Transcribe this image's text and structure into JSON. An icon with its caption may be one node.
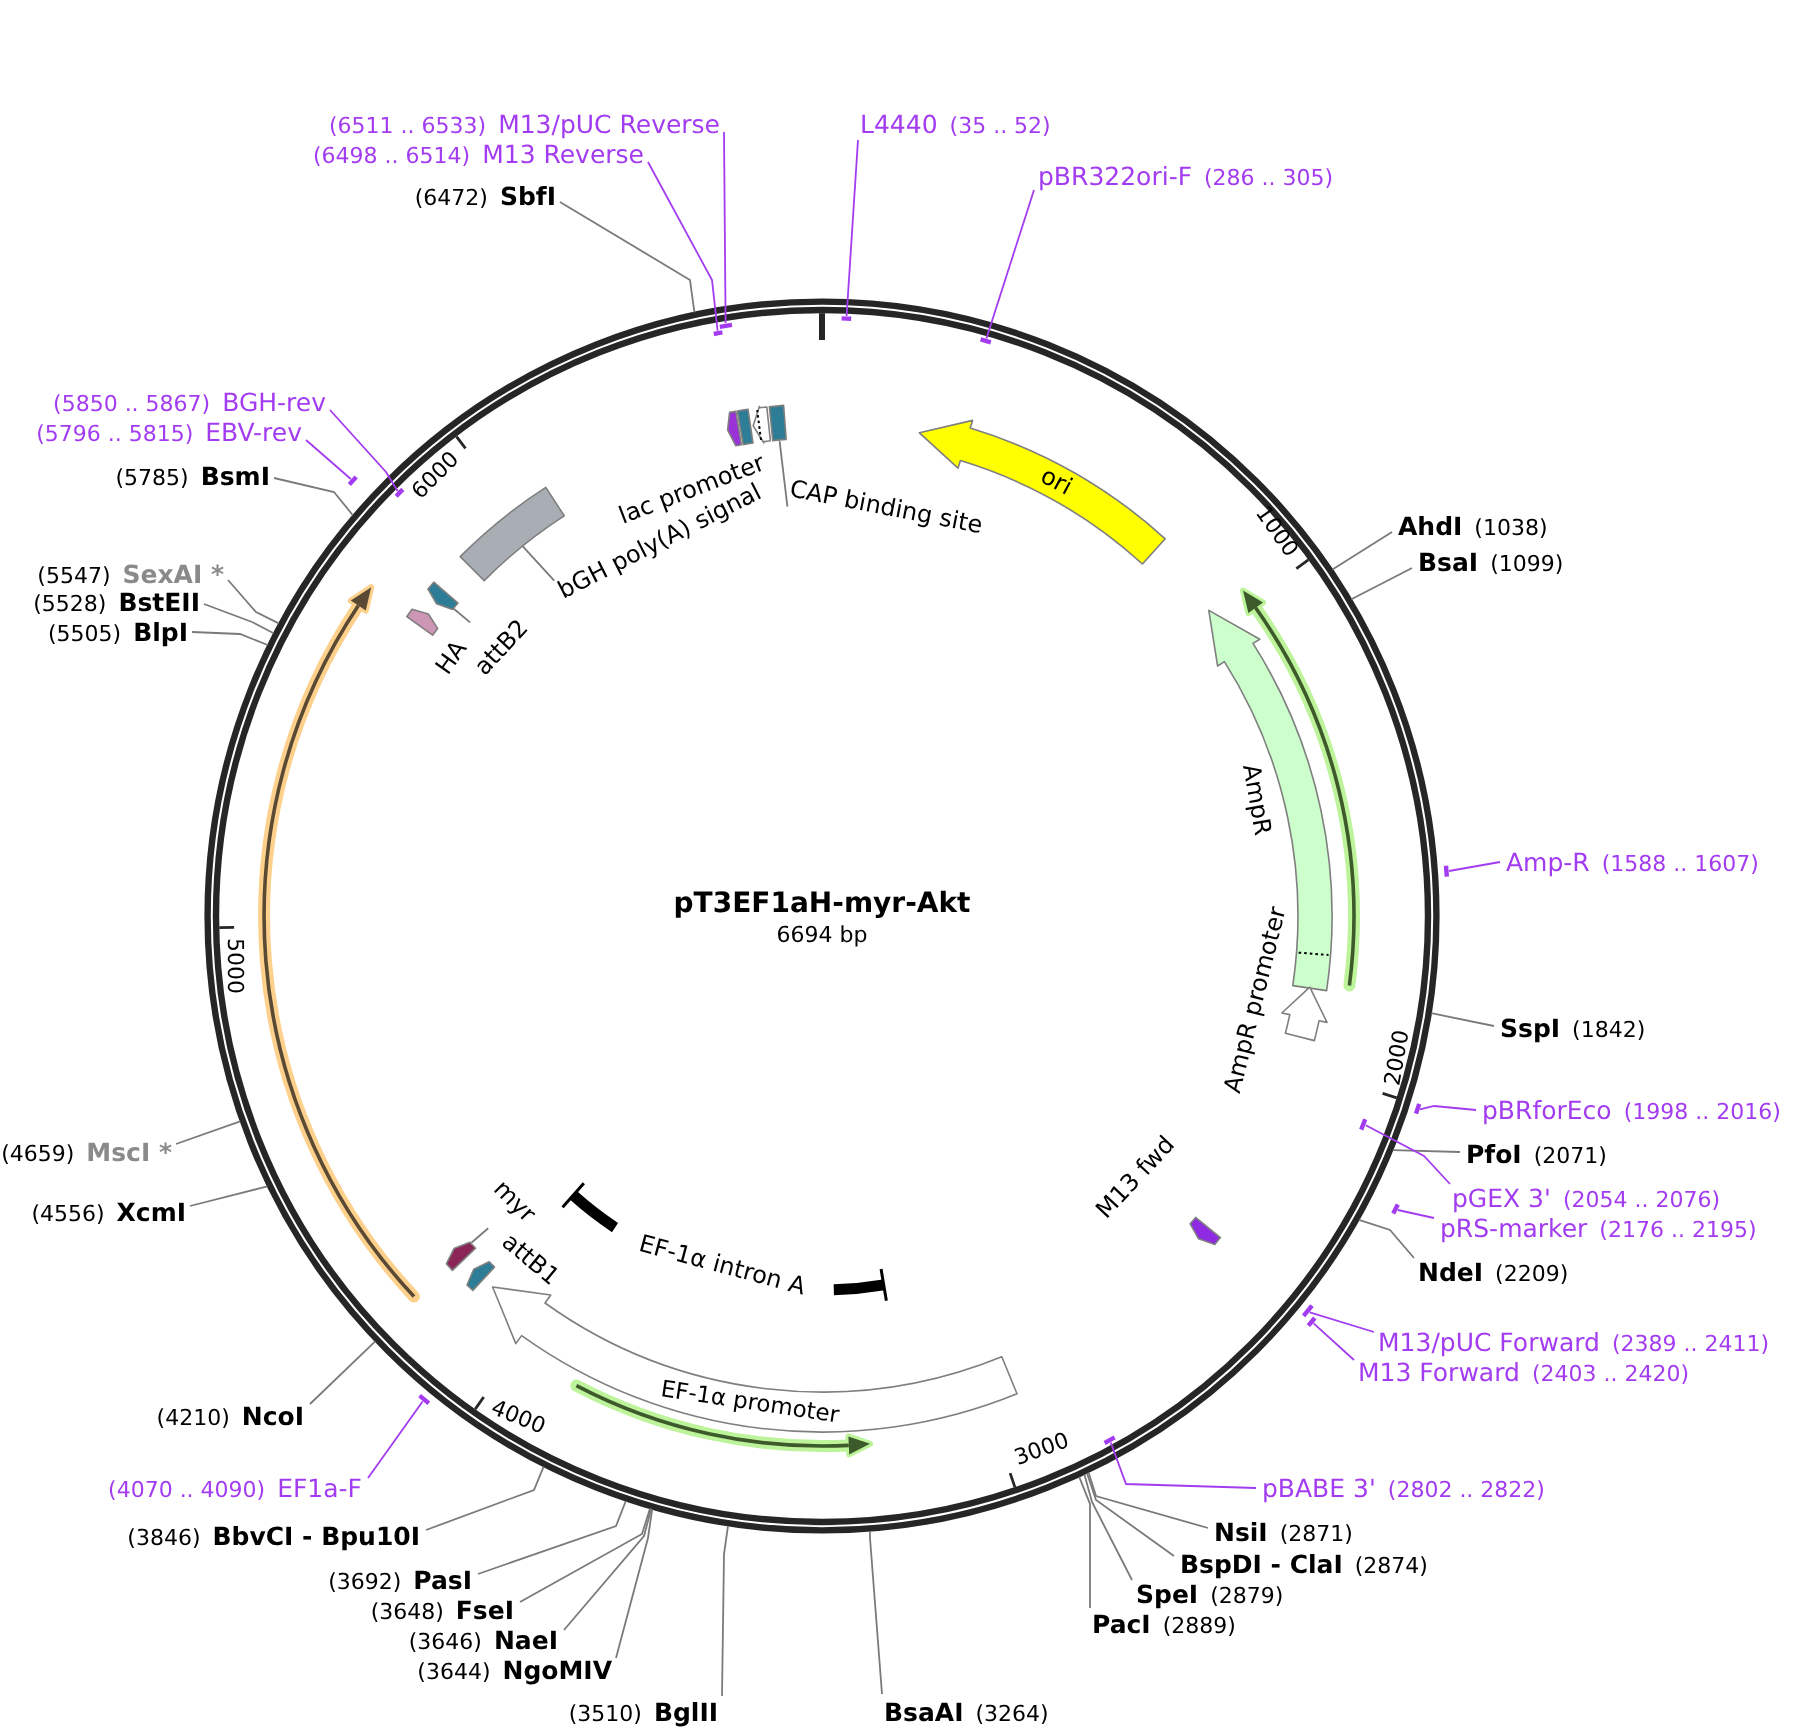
{
  "diagram": {
    "title": "pT3EF1aH-myr-Akt",
    "nodes": [
      {
        "text": [
          "(6511 .. 6533)",
          "M13/pUC Reverse"
        ]
      },
      {
        "text": [
          "L4440",
          "(35 .. 52)"
        ]
      },
      {
        "text": [
          "(6498 .. 6514)",
          "M13 Reverse"
        ]
      },
      {
        "text": [
          "pBR322ori-F",
          "(286 .. 305)"
        ]
      },
      {
        "text": [
          "(6472)",
          "SbfI"
        ]
      },
      {
        "text": [
          "(5850 .. 5867)",
          "BGH-rev"
        ]
      },
      {
        "text": [
          "(5796 .. 5815)",
          "EBV-rev"
        ]
      },
      {
        "text": [
          "(5785)",
          "BsmI"
        ]
      },
      {
        "text": [
          "AhdI",
          "(1038)"
        ]
      },
      {
        "text": [
          "BsaI",
          "(1099)"
        ]
      },
      {
        "text": [
          "(5547)",
          "SexAI *"
        ]
      },
      {
        "text": [
          "(5528)",
          "BstEII"
        ]
      },
      {
        "text": [
          "(5505)",
          "BlpI"
        ]
      },
      {
        "text": [
          "Amp-R",
          "(1588 .. 1607)"
        ]
      },
      {
        "text": [
          "SspI",
          "(1842)"
        ]
      },
      {
        "text": [
          "pBRforEco",
          "(1998 .. 2016)"
        ]
      },
      {
        "text": [
          "(4659)",
          "MscI *"
        ]
      },
      {
        "text": [
          "PfoI",
          "(2071)"
        ]
      },
      {
        "text": [
          "pGEX 3'",
          "(2054 .. 2076)"
        ]
      },
      {
        "text": [
          "(4556)",
          "XcmI"
        ]
      },
      {
        "text": [
          "pRS-marker",
          "(2176 .. 2195)"
        ]
      },
      {
        "text": [
          "NdeI",
          "(2209)"
        ]
      },
      {
        "text": [
          "M13/pUC Forward",
          "(2389 .. 2411)"
        ]
      },
      {
        "text": [
          "M13 Forward",
          "(2403 .. 2420)"
        ]
      },
      {
        "text": [
          "(4210)",
          "NcoI"
        ]
      },
      {
        "text": [
          "(4070 .. 4090)",
          "EF1a-F"
        ]
      },
      {
        "text": [
          "pBABE 3'",
          "(2802 .. 2822)"
        ]
      },
      {
        "text": [
          "NsiI",
          "(2871)"
        ]
      },
      {
        "text": [
          "(3846)",
          "BbvCI - Bpu10I"
        ]
      },
      {
        "text": [
          "BspDI - ClaI",
          "(2874)"
        ]
      },
      {
        "text": [
          "(3692)",
          "PasI"
        ]
      },
      {
        "text": [
          "SpeI",
          "(2879)"
        ]
      },
      {
        "text": [
          "(3648)",
          "FseI"
        ]
      },
      {
        "text": [
          "PacI",
          "(2889)"
        ]
      },
      {
        "text": [
          "(3646)",
          "NaeI"
        ]
      },
      {
        "text": [
          "(3644)",
          "NgoMIV"
        ]
      },
      {
        "text": [
          "(3510)",
          "BglII"
        ]
      },
      {
        "text": [
          "BsaAI",
          "(3264)"
        ]
      },
      {
        "text": [],
        "shape": "arrow",
        "beside": [
          "lac promoter"
        ]
      },
      {
        "text": [],
        "shape": "box"
      },
      {
        "text": [],
        "shape": "box"
      },
      {
        "text": [
          "ori"
        ]
      },
      {
        "text": [],
        "shape": "arrow",
        "beside": [
          "HA"
        ]
      },
      {
        "text": [],
        "shape": "arrow"
      },
      {
        "text": [
          "AmpR"
        ]
      },
      {
        "text": [],
        "shape": "arrow",
        "beside": [
          "AmpR promoter"
        ]
      },
      {
        "text": [],
        "shape": "arrow"
      },
      {
        "text": [],
        "shape": "arrow",
        "beside": [
          "attB1"
        ]
      },
      {
        "text": [
          "EF-1α intron A"
        ]
      },
      {
        "text": [],
        "shape": "arrow",
        "beside": [
          "M13 fwd"
        ]
      },
      {
        "text": [
          "EF-1α promoter"
        ]
      },
      {
        "text": [],
        "shape": "arrow"
      },
      {
        "text": [],
        "shape": "box"
      },
      {
        "text": [],
        "shape": "bar"
      },
      {
        "text": [],
        "shape": "bar"
      },
      {
        "text": [],
        "shape": "bar"
      },
      {
        "text": [],
        "shape": "bar"
      },
      {
        "text": [],
        "shape": "bar"
      },
      {
        "text": [],
        "shape": "bar"
      },
      {
        "text": [],
        "shape": "bar"
      },
      {
        "text": [],
        "shape": "bar"
      },
      {
        "text": [],
        "shape": "bar"
      },
      {
        "text": [],
        "shape": "bar"
      },
      {
        "text": [],
        "shape": "bar"
      },
      {
        "text": [],
        "shape": "bar"
      },
      {
        "text": [],
        "shape": "bar"
      },
      {
        "text": [],
        "shape": "bar"
      },
      {
        "text": [
          "CAP binding site"
        ]
      },
      {
        "text": [
          "bGH poly(A) signal"
        ]
      },
      {
        "text": [
          "attB2"
        ]
      },
      {
        "text": [
          "myr"
        ]
      }
    ],
    "edges": [
      {
        "from": 0,
        "to": 53,
        "arrow": "none",
        "color": "#a33cf0"
      },
      {
        "from": 1,
        "to": 54,
        "arrow": "none",
        "color": "#a33cf0"
      },
      {
        "from": 2,
        "to": 55,
        "arrow": "none",
        "color": "#a33cf0"
      },
      {
        "from": 3,
        "to": 56,
        "arrow": "none",
        "color": "#a33cf0"
      },
      {
        "from": 4,
        "to": null,
        "arrow": "none"
      },
      {
        "from": 5,
        "to": 57,
        "arrow": "none",
        "color": "#a33cf0"
      },
      {
        "from": 6,
        "to": 58,
        "arrow": "none",
        "color": "#a33cf0"
      },
      {
        "from": 7,
        "to": null,
        "arrow": "none"
      },
      {
        "from": 8,
        "to": null,
        "arrow": "none"
      },
      {
        "from": 9,
        "to": null,
        "arrow": "none"
      },
      {
        "from": 10,
        "to": null,
        "arrow": "none"
      },
      {
        "from": 11,
        "to": null,
        "arrow": "none"
      },
      {
        "from": 12,
        "to": null,
        "arrow": "none"
      },
      {
        "from": 13,
        "to": 59,
        "arrow": "none",
        "color": "#a33cf0"
      },
      {
        "from": 14,
        "to": null,
        "arrow": "none"
      },
      {
        "from": 15,
        "to": 60,
        "arrow": "none",
        "color": "#a33cf0"
      },
      {
        "from": 16,
        "to": null,
        "arrow": "none"
      },
      {
        "from": 17,
        "to": null,
        "arrow": "none"
      },
      {
        "from": 18,
        "to": 61,
        "arrow": "none",
        "color": "#a33cf0"
      },
      {
        "from": 19,
        "to": null,
        "arrow": "none"
      },
      {
        "from": 20,
        "to": 62,
        "arrow": "none",
        "color": "#a33cf0"
      },
      {
        "from": 21,
        "to": null,
        "arrow": "none"
      },
      {
        "from": 22,
        "to": 63,
        "arrow": "none",
        "color": "#a33cf0"
      },
      {
        "from": 23,
        "to": 64,
        "arrow": "none",
        "color": "#a33cf0"
      },
      {
        "from": 24,
        "to": null,
        "arrow": "none"
      },
      {
        "from": 25,
        "to": 65,
        "arrow": "none",
        "color": "#a33cf0"
      },
      {
        "from": 26,
        "to": 66,
        "arrow": "none",
        "color": "#a33cf0"
      },
      {
        "from": 27,
        "to": null,
        "arrow": "none"
      },
      {
        "from": 28,
        "to": null,
        "arrow": "none"
      },
      {
        "from": 29,
        "to": null,
        "arrow": "none"
      },
      {
        "from": 30,
        "to": null,
        "arrow": "none"
      },
      {
        "from": 31,
        "to": null,
        "arrow": "none"
      },
      {
        "from": 32,
        "to": null,
        "arrow": "none"
      },
      {
        "from": 33,
        "to": null,
        "arrow": "none"
      },
      {
        "from": 34,
        "to": null,
        "arrow": "none"
      },
      {
        "from": 35,
        "to": null,
        "arrow": "none"
      },
      {
        "from": 36,
        "to": null,
        "arrow": "none"
      },
      {
        "from": 37,
        "to": null,
        "arrow": "none"
      },
      {
        "from": 67,
        "to": 39,
        "arrow": "none"
      },
      {
        "from": 68,
        "to": 40,
        "arrow": "none"
      },
      {
        "from": 69,
        "to": 43,
        "arrow": "none"
      },
      {
        "from": 70,
        "to": 46,
        "arrow": "none"
      }
    ],
    "labels": [
      "6000",
      "1000",
      "6694 bp",
      "5000",
      "2000",
      "4000",
      "3000"
    ]
  }
}
